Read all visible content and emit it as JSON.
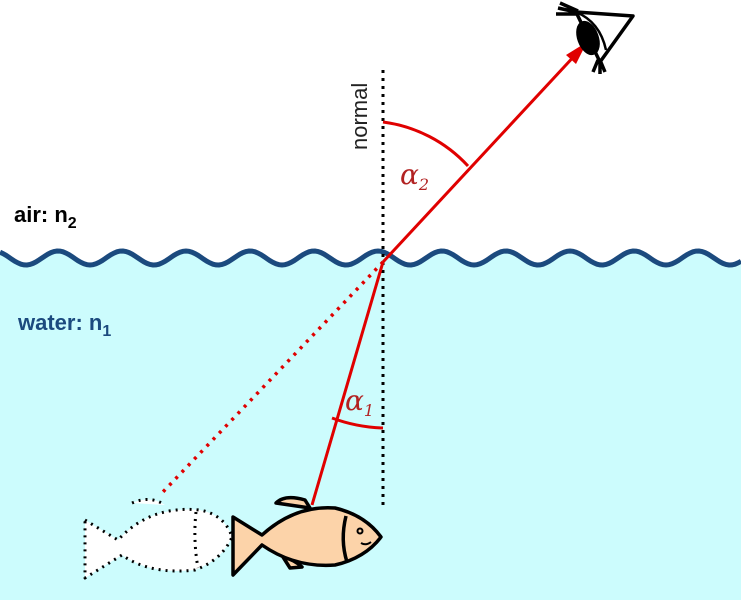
{
  "labels": {
    "air": "air: n",
    "air_sub": "2",
    "water": "water: n",
    "water_sub": "1",
    "normal": "normal",
    "alpha2": "α",
    "alpha2_sub": "2",
    "alpha1": "α",
    "alpha1_sub": "1"
  },
  "colors": {
    "water": "#ccfcfd",
    "wave": "#1b4a7e",
    "ray": "#e00000",
    "angle_label": "#b22222",
    "fish": "#fcd3a9"
  }
}
